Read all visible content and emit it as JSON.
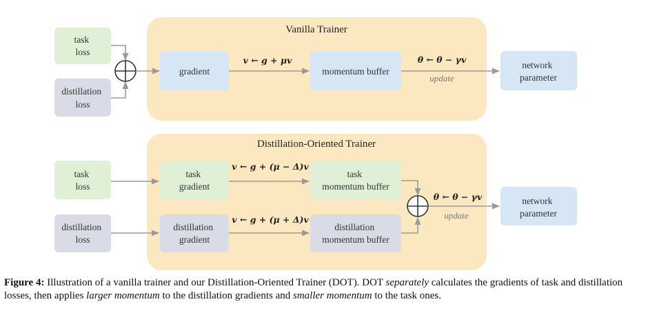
{
  "vanilla": {
    "title": "Vanilla Trainer",
    "task_loss": [
      "task",
      "loss"
    ],
    "distill_loss": [
      "distillation",
      "loss"
    ],
    "gradient": "gradient",
    "momentum": "momentum buffer",
    "eq_momentum": "v ← g + μv",
    "eq_update": "θ ← θ − γv",
    "update_label": "update",
    "network": [
      "network",
      "parameter"
    ]
  },
  "dot": {
    "title": "Distillation-Oriented Trainer",
    "task_loss": [
      "task",
      "loss"
    ],
    "distill_loss": [
      "distillation",
      "loss"
    ],
    "task_gradient": [
      "task",
      "gradient"
    ],
    "distill_gradient": [
      "distillation",
      "gradient"
    ],
    "task_momentum": [
      "task",
      "momentum buffer"
    ],
    "distill_momentum": [
      "distillation",
      "momentum buffer"
    ],
    "eq_task": "v ← g + (μ − Δ)v",
    "eq_distill": "v ← g + (μ + Δ)v",
    "eq_update": "θ ← θ − γv",
    "update_label": "update",
    "network": [
      "network",
      "parameter"
    ]
  },
  "caption": {
    "label": "Figure 4:",
    "t1": " Illustration of a vanilla trainer and our Distillation-Oriented Trainer (DOT). DOT ",
    "i1": "separately",
    "t2": " calculates the gradients of task and distillation losses, then applies ",
    "i2": "larger momentum",
    "t3": " to the distillation gradients and ",
    "i3": "smaller momentum",
    "t4": " to the task ones."
  },
  "colors": {
    "panel": "#fbe8c0",
    "green": "#dff0d6",
    "blue": "#d6e6f5",
    "slate": "#d9dce6",
    "arrow": "#999999"
  }
}
